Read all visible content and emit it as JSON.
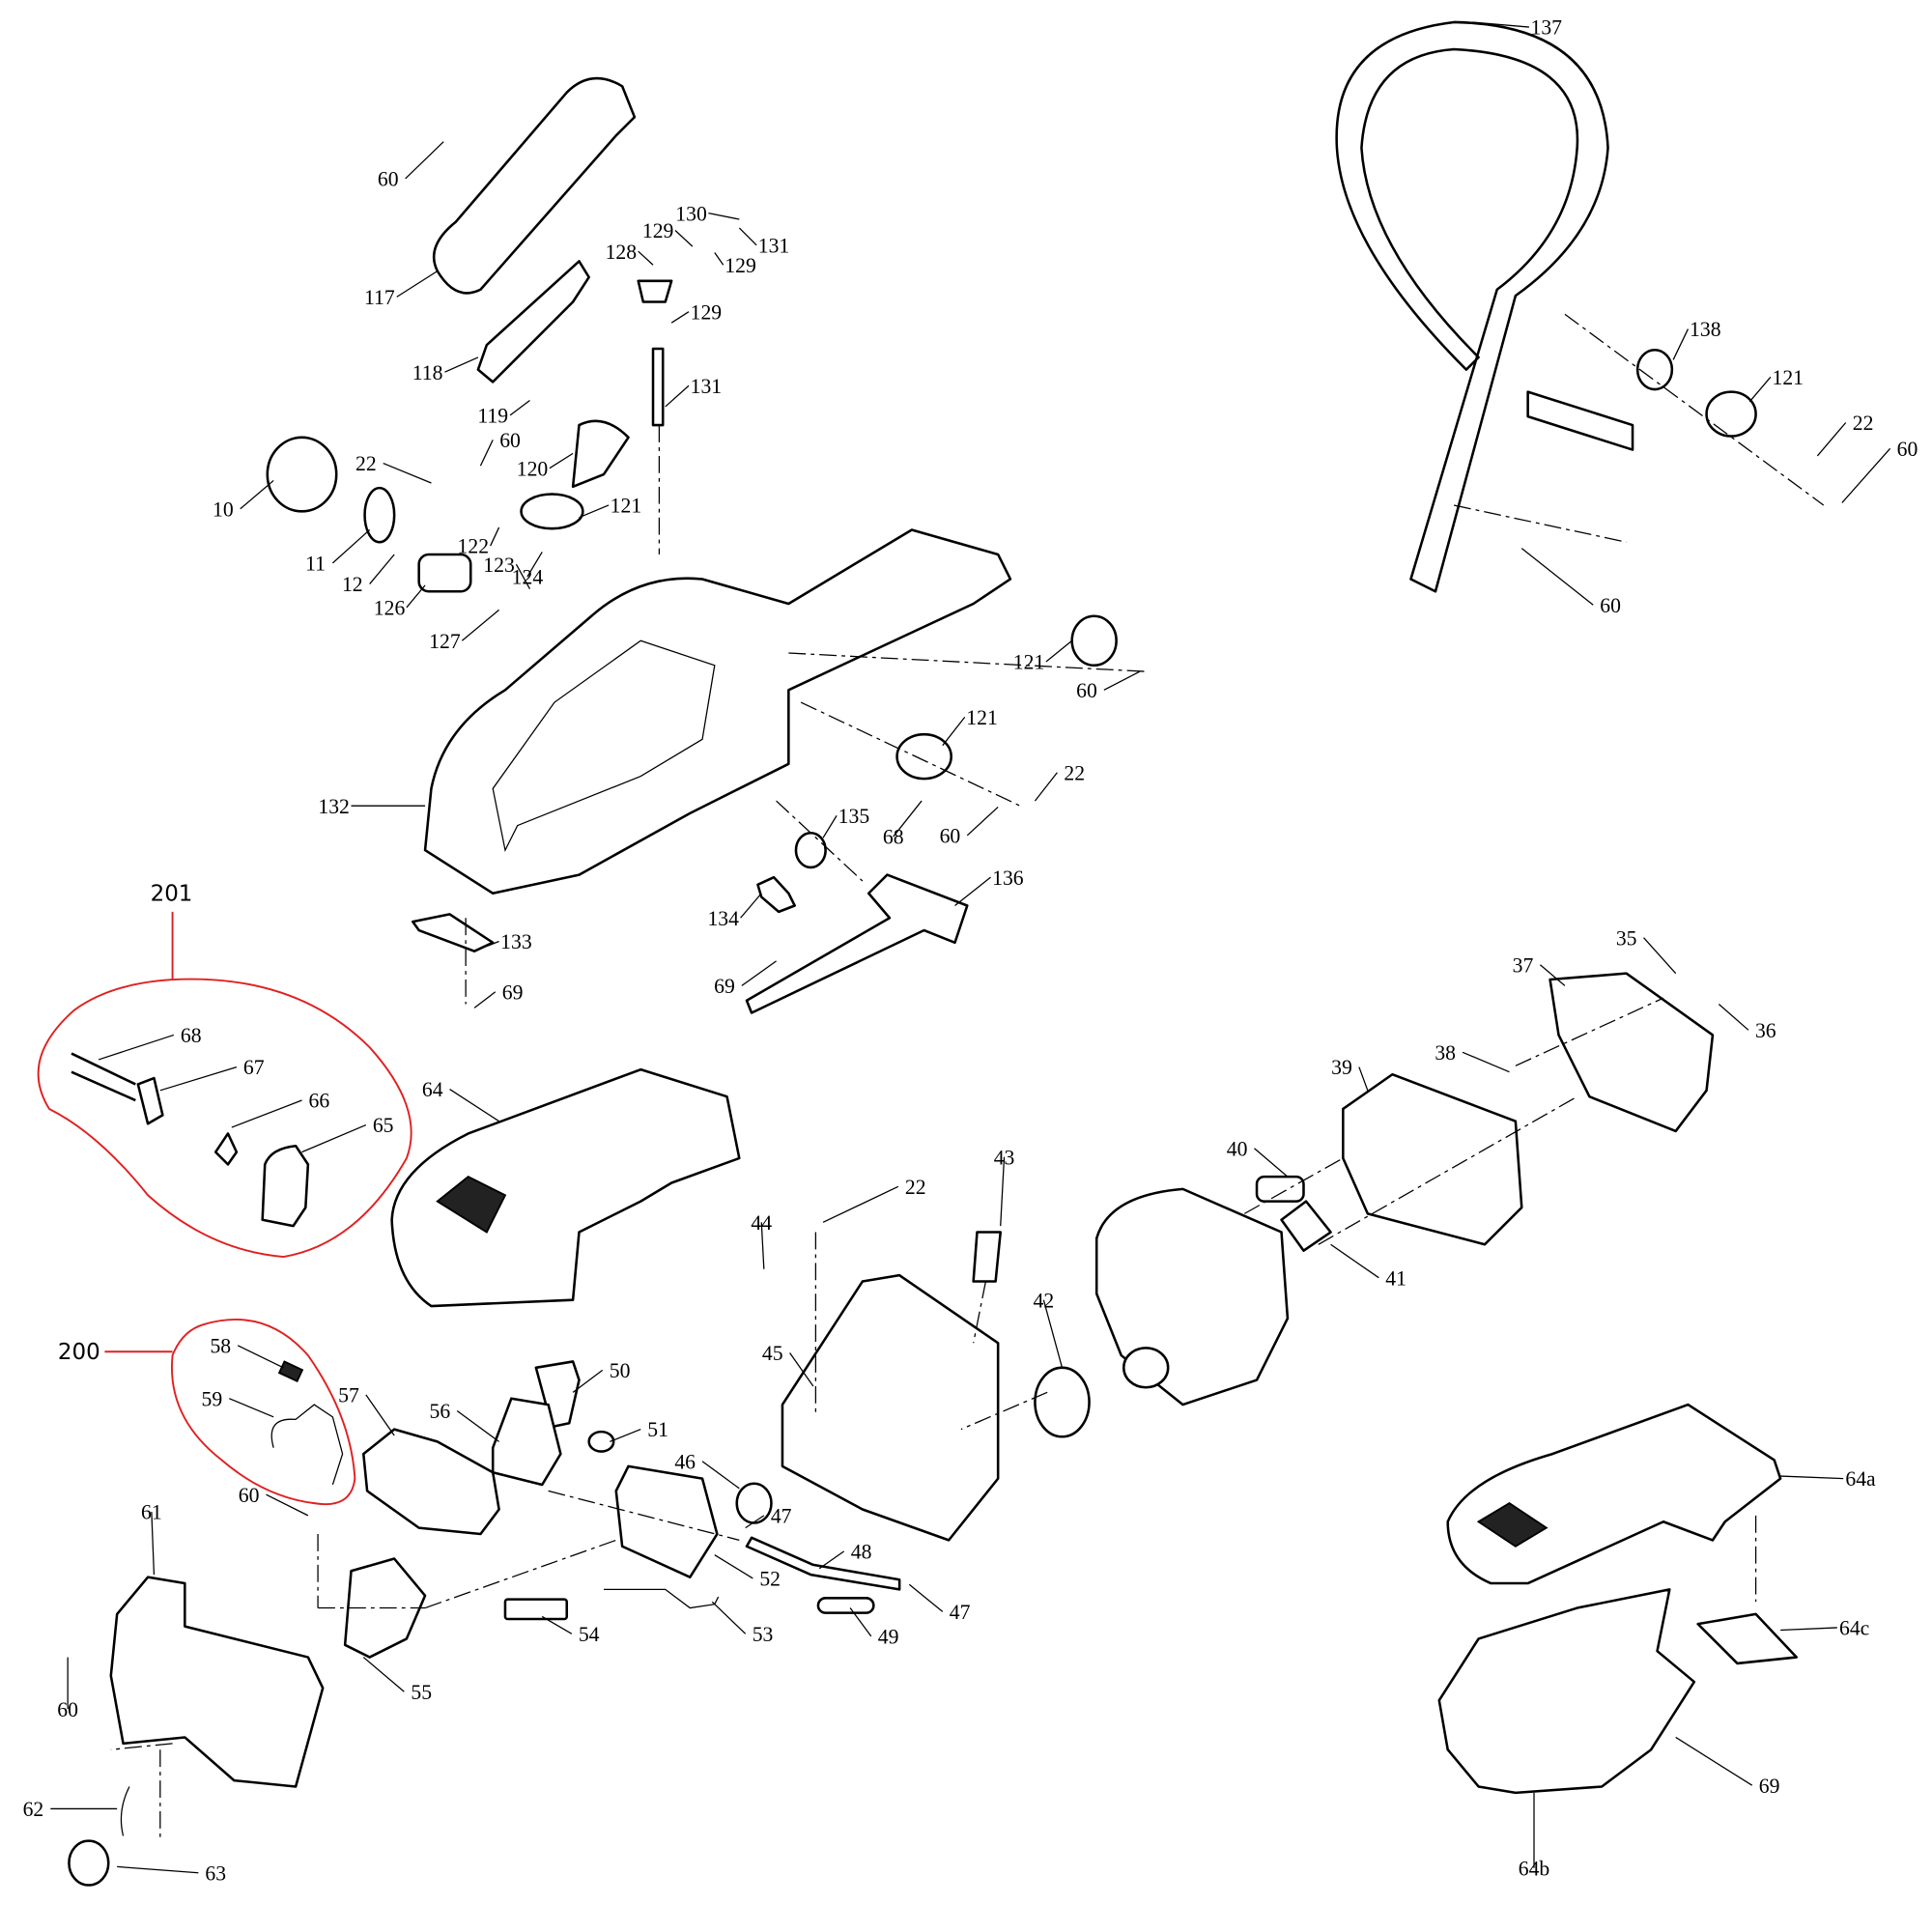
{
  "diagram": {
    "type": "exploded parts diagram",
    "accent_color": "#e02020",
    "groups": [
      {
        "id": "201",
        "members": [
          "68",
          "67",
          "66",
          "65"
        ]
      },
      {
        "id": "200",
        "members": [
          "58",
          "59"
        ]
      }
    ],
    "part_labels": [
      "137",
      "60",
      "117",
      "130",
      "129",
      "131",
      "128",
      "129",
      "129",
      "131",
      "118",
      "119",
      "60",
      "22",
      "120",
      "10",
      "121",
      "122",
      "11",
      "123",
      "124",
      "12",
      "126",
      "127",
      "121",
      "60",
      "121",
      "22",
      "132",
      "135",
      "68",
      "60",
      "136",
      "134",
      "133",
      "69",
      "69",
      "138",
      "121",
      "22",
      "60",
      "60",
      "35",
      "37",
      "36",
      "68",
      "38",
      "67",
      "39",
      "64",
      "66",
      "65",
      "40",
      "43",
      "22",
      "44",
      "41",
      "42",
      "58",
      "45",
      "50",
      "57",
      "59",
      "56",
      "51",
      "46",
      "64a",
      "60",
      "47",
      "61",
      "48",
      "52",
      "47",
      "64c",
      "54",
      "53",
      "49",
      "60",
      "55",
      "69",
      "62",
      "64b",
      "63"
    ]
  }
}
